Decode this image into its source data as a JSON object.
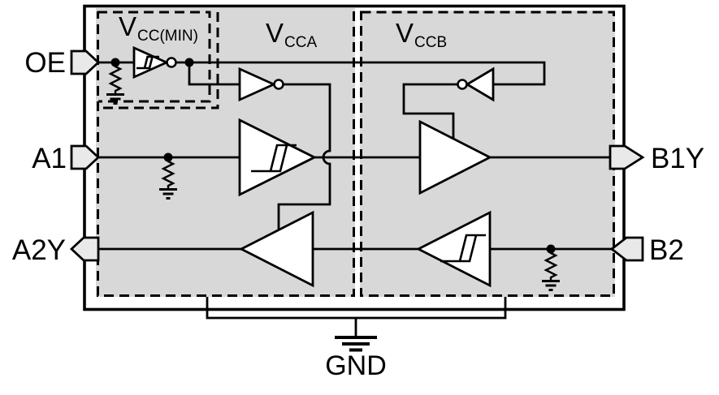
{
  "labels": {
    "oe": "OE",
    "a1": "A1",
    "a2y": "A2Y",
    "b1y": "B1Y",
    "b2": "B2",
    "gnd": "GND"
  },
  "regions": {
    "vcc_min": {
      "main": "V",
      "sub": "CC(MIN)"
    },
    "vcca": {
      "main": "V",
      "sub": "CCA"
    },
    "vccb": {
      "main": "V",
      "sub": "CCB"
    }
  },
  "colors": {
    "region_fill": "#d8d8d8",
    "pin_fill": "#e9e9e9",
    "line": "#000000",
    "background": "#ffffff"
  }
}
